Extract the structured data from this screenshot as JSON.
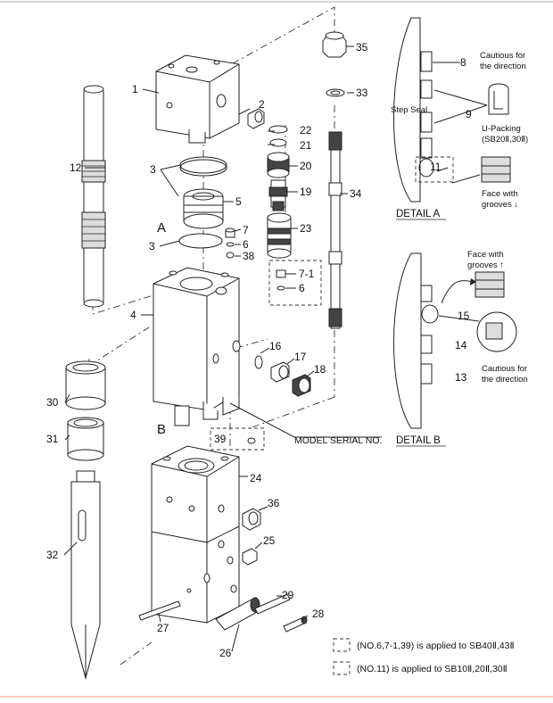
{
  "part_numbers": [
    "1",
    "2",
    "3",
    "3",
    "4",
    "5",
    "6",
    "6",
    "7",
    "7-1",
    "8",
    "9",
    "11",
    "12",
    "13",
    "14",
    "15",
    "16",
    "17",
    "18",
    "19",
    "20",
    "21",
    "22",
    "23",
    "24",
    "25",
    "26",
    "27",
    "28",
    "29",
    "30",
    "31",
    "32",
    "33",
    "34",
    "35",
    "36",
    "38",
    "39"
  ],
  "labels": {
    "detail_a": "DETAIL A",
    "detail_b": "DETAIL B",
    "marker_a": "A",
    "marker_b": "B",
    "model_serial": "MODEL SERIAL NO.",
    "step_seal": "Step Seal",
    "cautious_a_1": "Cautious for",
    "cautious_a_2": "the direction",
    "u_packing_1": "U-Packing",
    "u_packing_2": "(SB20Ⅱ,30Ⅱ)",
    "face_down_1": "Face with",
    "face_down_2": "grooves ↓",
    "face_up_1": "Face with",
    "face_up_2": "grooves ↑",
    "cautious_b_1": "Cautious for",
    "cautious_b_2": "the direction"
  },
  "legend": [
    "(NO.6,7-1,39) is applied to SB40Ⅱ,43Ⅱ",
    "(NO.11) is applied to SB10Ⅱ,20Ⅱ,30Ⅱ"
  ]
}
